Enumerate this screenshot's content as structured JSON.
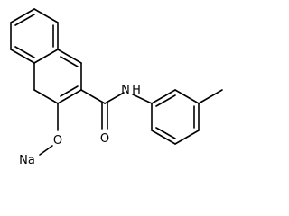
{
  "molecule": {
    "atom_labels": {
      "nh": "N",
      "h": "H",
      "o_carbonyl": "O",
      "o_ether": "O",
      "na": "Na"
    }
  },
  "colors": {
    "bond": "#000000",
    "text": "#000000",
    "background": "#ffffff"
  }
}
